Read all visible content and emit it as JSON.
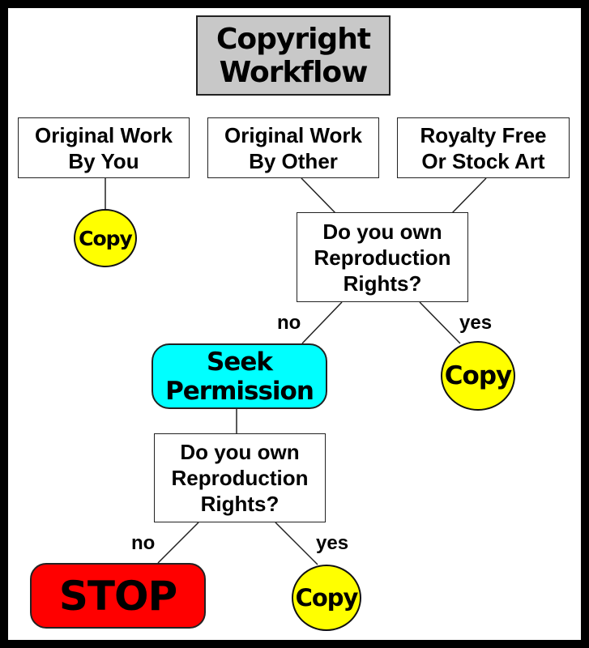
{
  "title": "Copyright\nWorkflow",
  "sources": {
    "by_you": "Original Work\nBy You",
    "by_other": "Original Work\nBy Other",
    "royalty_free": "Royalty Free\nOr Stock Art"
  },
  "question_1": "Do you own\nReproduction\nRights?",
  "question_2": "Do you own\nReproduction\nRights?",
  "seek_permission": "Seek\nPermission",
  "stop": "STOP",
  "copy_label": "Copy",
  "edge_labels": {
    "no": "no",
    "yes": "yes"
  },
  "colors": {
    "title_fill": "#c8c8c8",
    "copy_fill": "#ffff00",
    "seek_fill": "#00ffff",
    "stop_fill": "#ff0000"
  }
}
